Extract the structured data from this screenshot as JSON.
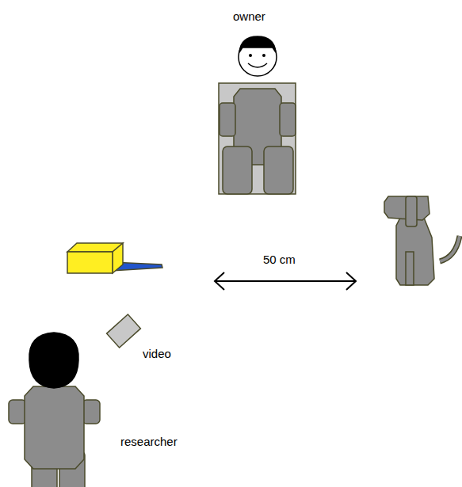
{
  "diagram": {
    "labels": [
      "owner",
      "50 cm",
      "video",
      "researcher"
    ]
  }
}
